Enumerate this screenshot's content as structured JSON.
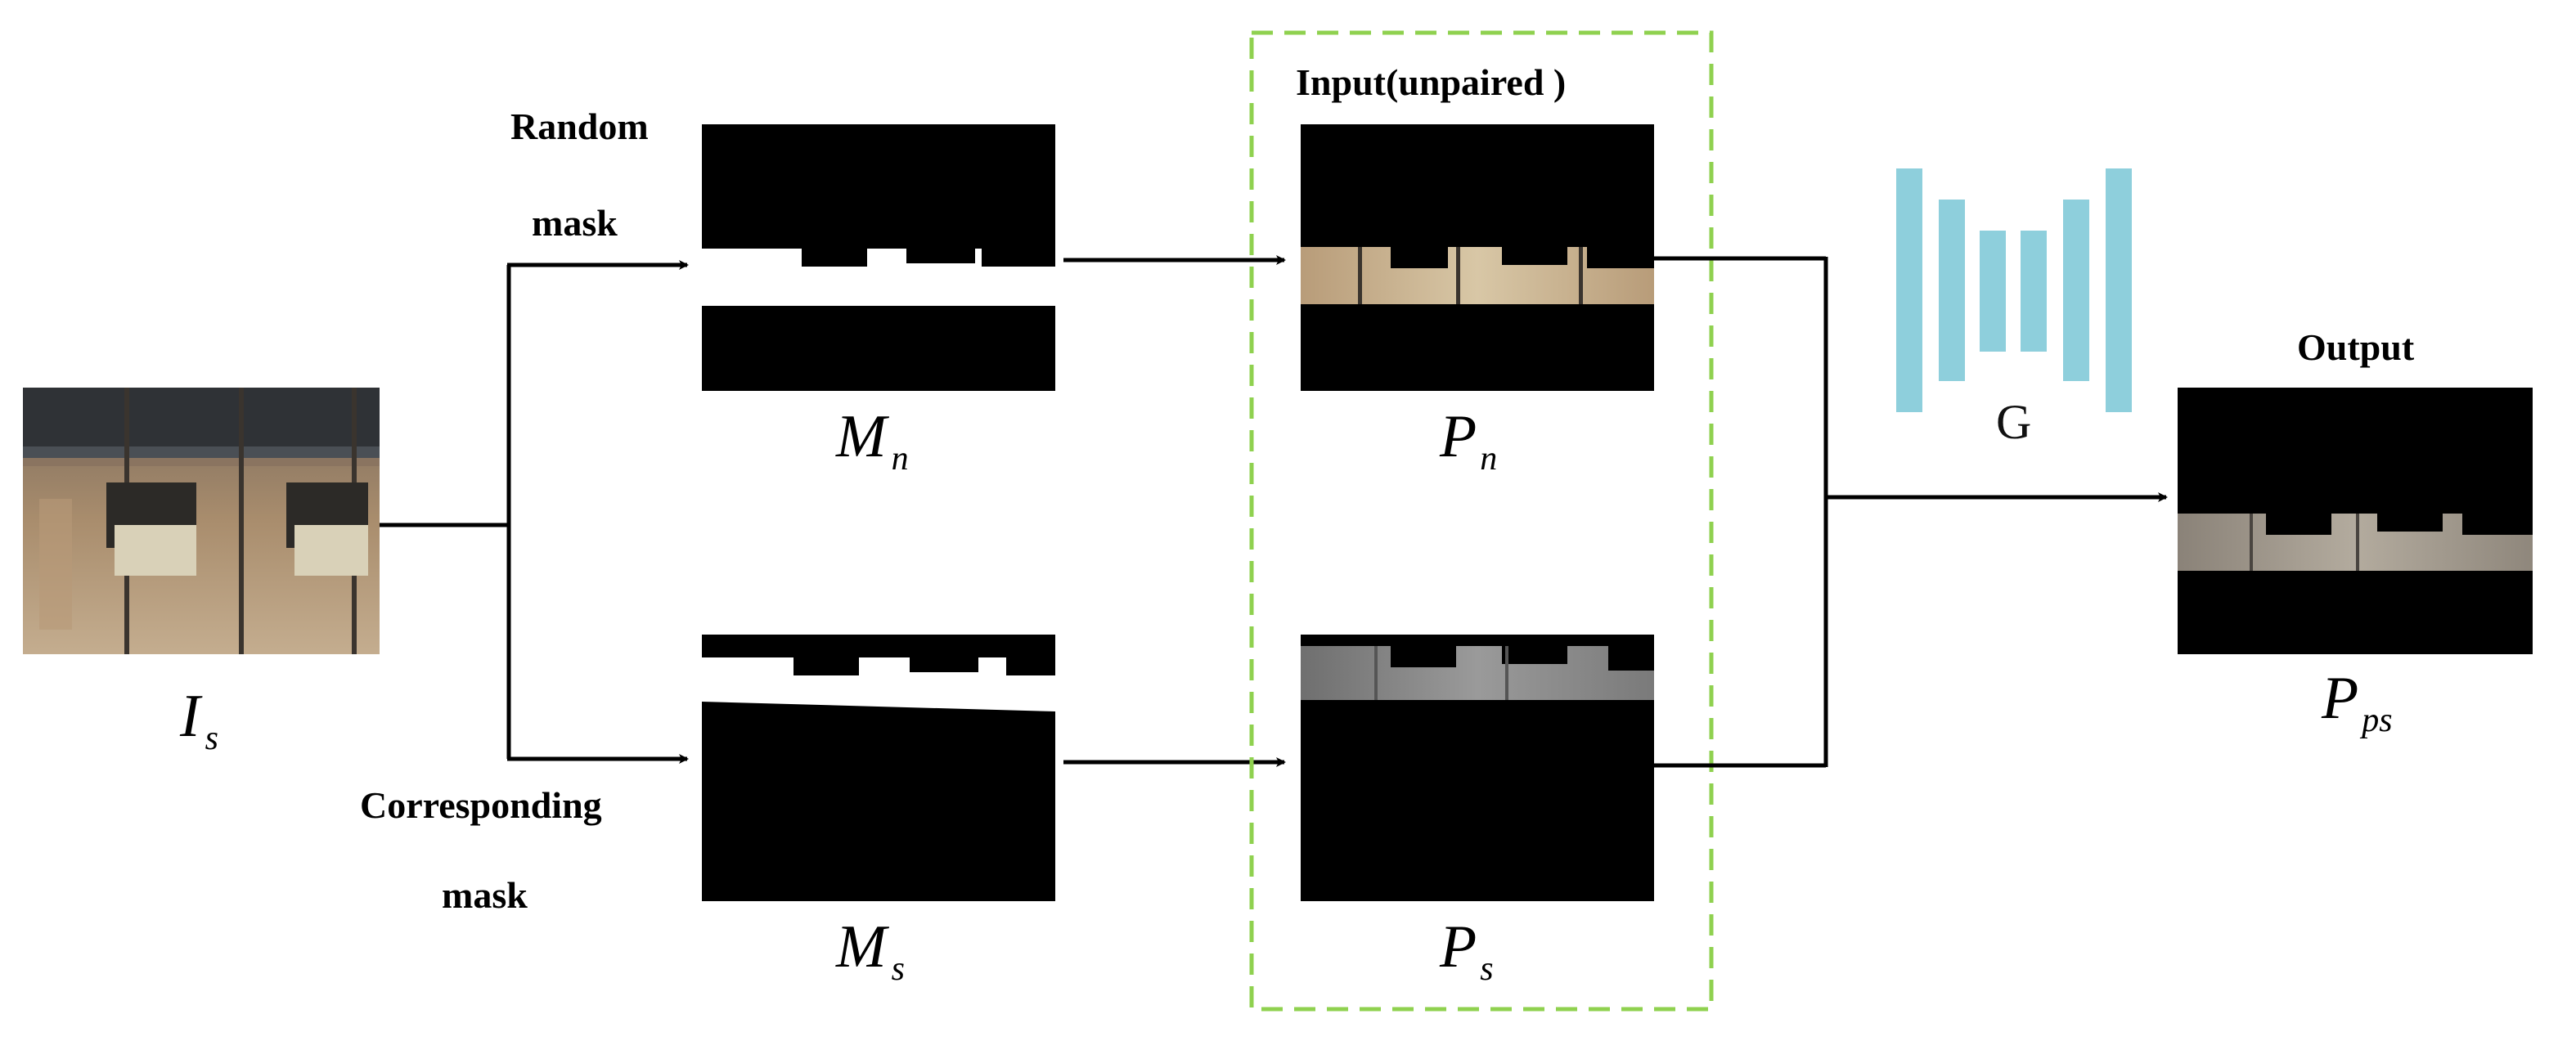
{
  "labels": {
    "random_mask_line1": "Random",
    "random_mask_line2": "mask",
    "corresponding_mask_line1": "Corresponding",
    "corresponding_mask_line2": "mask",
    "input_title": "Input(unpaired )",
    "output_title": "Output",
    "generator": "G"
  },
  "symbols": {
    "source_image": {
      "main": "I",
      "sub": "s"
    },
    "random_mask": {
      "main": "M",
      "sub": "n"
    },
    "corresponding_mask": {
      "main": "M",
      "sub": "s"
    },
    "random_patch": {
      "main": "P",
      "sub": "n"
    },
    "corresponding_patch": {
      "main": "P",
      "sub": "s"
    },
    "output_patch": {
      "main": "P",
      "sub": "ps"
    }
  },
  "colors": {
    "dashed_box": "#8fd14f",
    "generator_bars": "#8ecfdc",
    "mask_fill": "#000000",
    "arrow": "#000000",
    "photo_tone": "#b49a7a",
    "grey_tone": "#8a8a8a"
  },
  "icons": {
    "generator": "encoder-decoder-bars-icon",
    "arrow": "arrow-right-icon"
  }
}
